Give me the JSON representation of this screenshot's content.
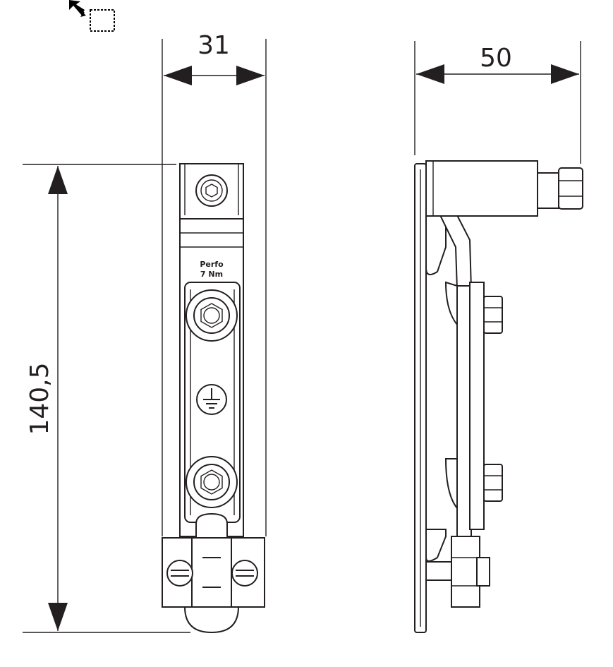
{
  "drawing": {
    "front_view": {
      "width_dimension": "31",
      "height_dimension": "140,5",
      "label_line1": "Perfo",
      "label_line2": "7 Nm"
    },
    "side_view": {
      "depth_dimension": "50"
    },
    "line_color": "#231f20"
  }
}
